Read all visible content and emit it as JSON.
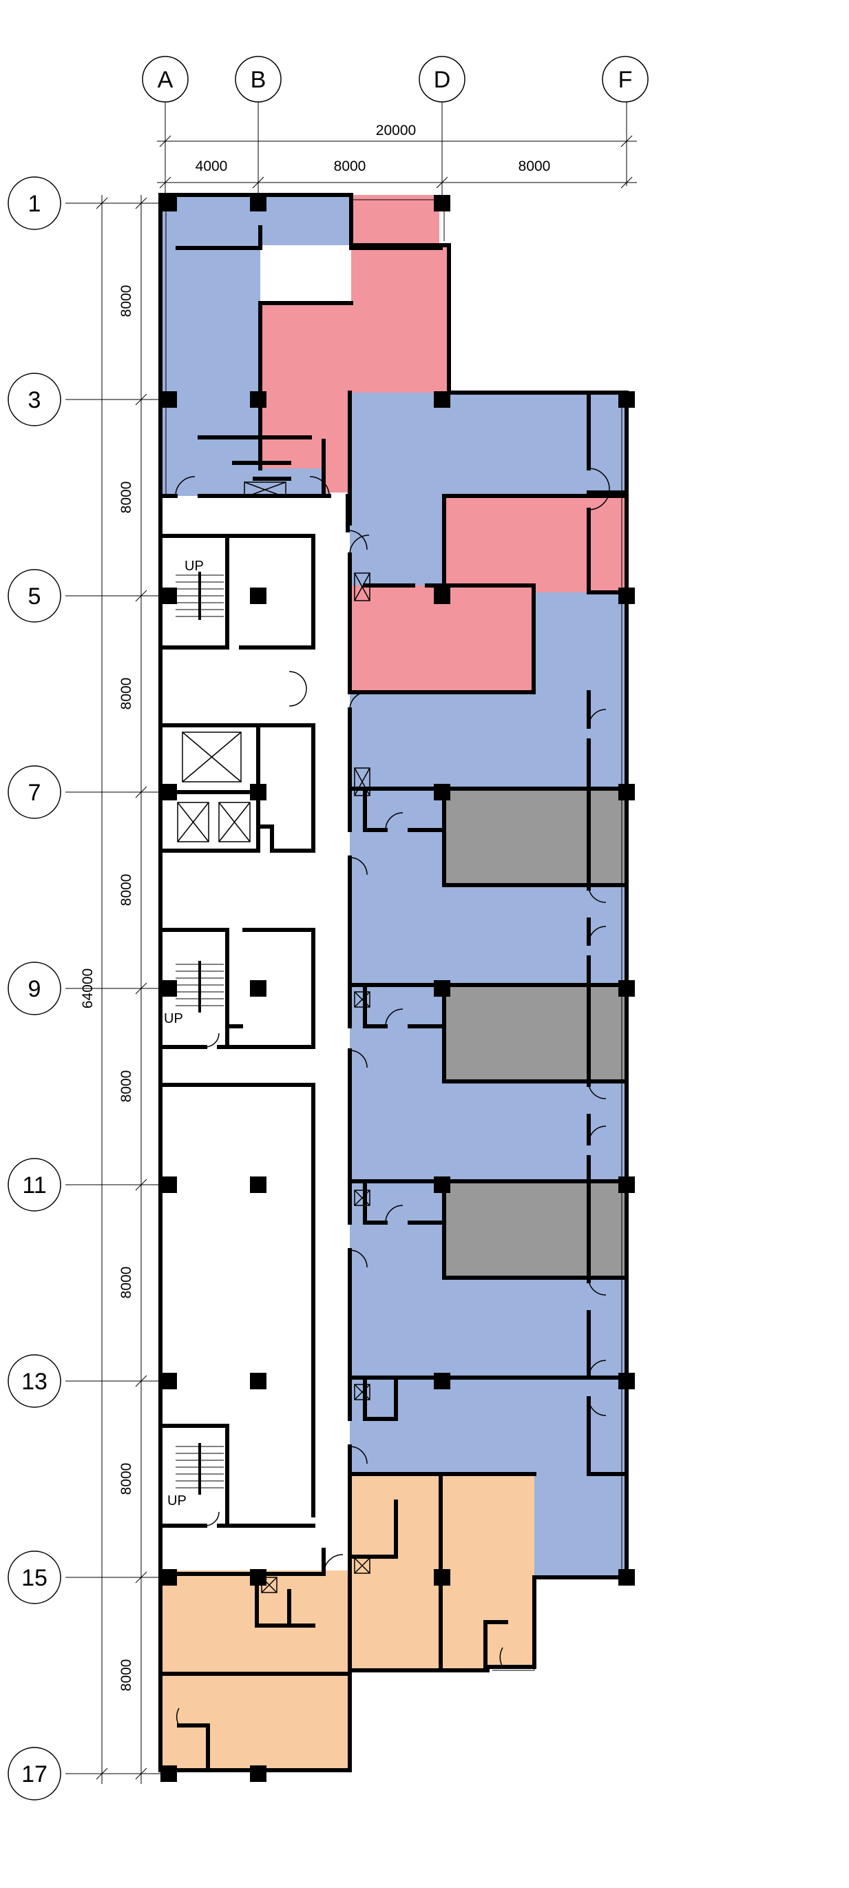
{
  "grid": {
    "columns": [
      "A",
      "B",
      "D",
      "F"
    ],
    "rows": [
      "1",
      "3",
      "5",
      "7",
      "9",
      "11",
      "13",
      "15",
      "17"
    ]
  },
  "dimensions": {
    "overall_width": "20000",
    "widths": [
      "4000",
      "8000",
      "8000"
    ],
    "overall_height": "64000",
    "heights": [
      "8000",
      "8000",
      "8000",
      "8000",
      "8000",
      "8000",
      "8000",
      "8000"
    ]
  },
  "stair_labels": [
    "UP",
    "UP",
    "UP"
  ],
  "colors": {
    "blue": "#9db2dc",
    "red": "#f3959d",
    "gray": "#999999",
    "orange": "#f8cba0",
    "wall": "#000000"
  }
}
